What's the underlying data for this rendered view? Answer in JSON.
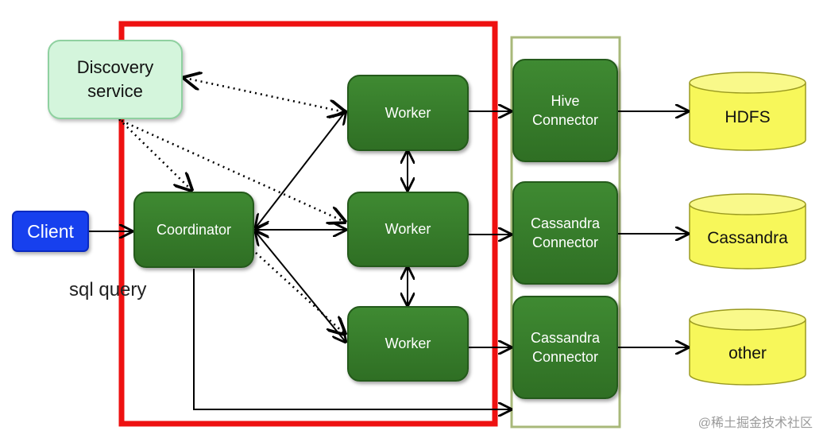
{
  "nodes": {
    "discovery": "Discovery\nservice",
    "client": "Client",
    "coordinator": "Coordinator",
    "worker_1": "Worker",
    "worker_2": "Worker",
    "worker_3": "Worker",
    "connector_1": "Hive\nConnector",
    "connector_2": "Cassandra\nConnector",
    "connector_3": "Cassandra\nConnector"
  },
  "data_stores": [
    "HDFS",
    "Cassandra",
    "other"
  ],
  "annotation": "sql query",
  "watermark": "@稀土掘金技术社区",
  "colors": {
    "worker_fill": "#2f6f24",
    "discovery_fill": "#d4f5dc",
    "client_fill": "#1740ee",
    "store_fill": "#f7f75a",
    "highlight_box": "#ee1111",
    "connector_group_border": "#a8b87a"
  }
}
